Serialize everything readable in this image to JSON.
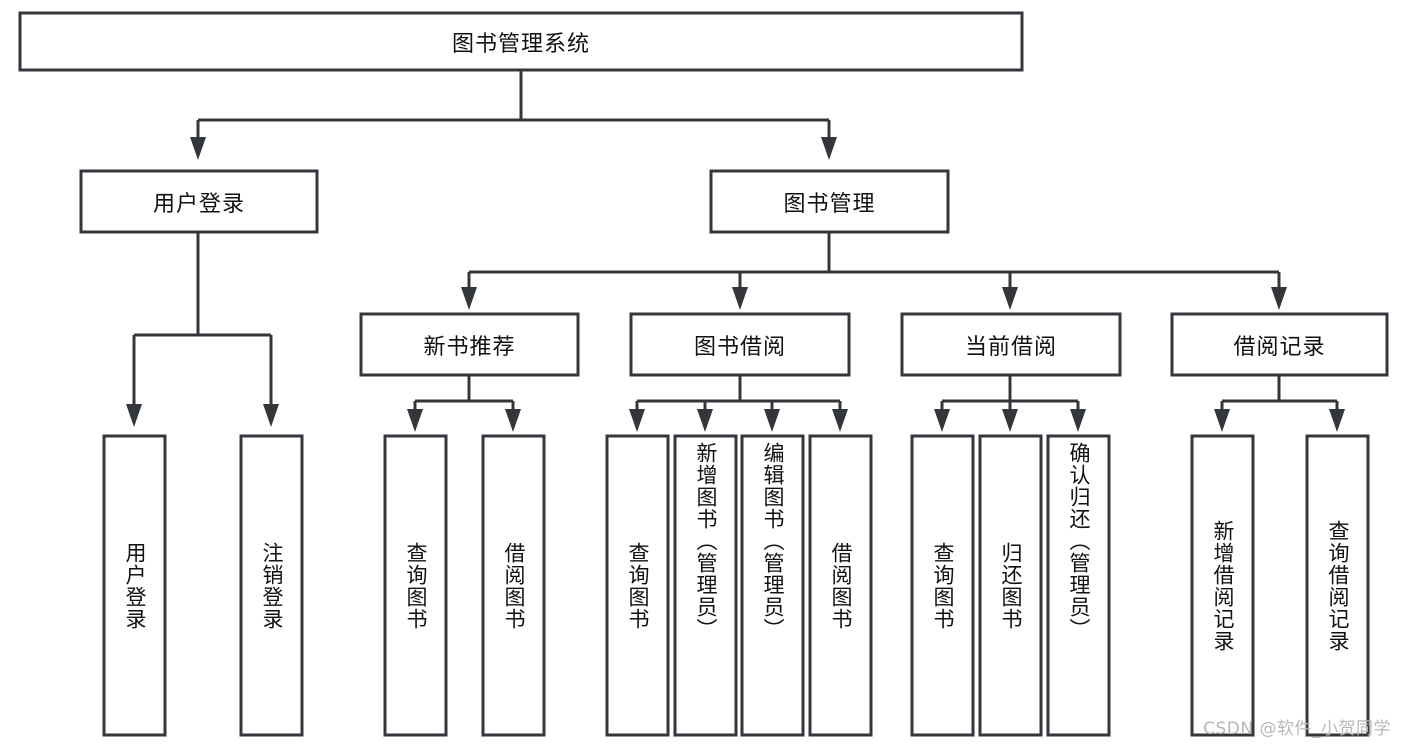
{
  "diagram": {
    "type": "hierarchy-tree",
    "title": "图书管理系统",
    "root": {
      "id": "root",
      "label": "图书管理系统"
    },
    "level2": [
      {
        "id": "user-login",
        "label": "用户登录"
      },
      {
        "id": "book-manage",
        "label": "图书管理"
      }
    ],
    "level3": [
      {
        "id": "new-book-recommend",
        "label": "新书推荐",
        "parent": "book-manage"
      },
      {
        "id": "book-borrow",
        "label": "图书借阅",
        "parent": "book-manage"
      },
      {
        "id": "current-borrow",
        "label": "当前借阅",
        "parent": "book-manage"
      },
      {
        "id": "borrow-record",
        "label": "借阅记录",
        "parent": "book-manage"
      }
    ],
    "leaves": [
      {
        "id": "leaf-user-login",
        "label": "用户登录",
        "parent": "user-login"
      },
      {
        "id": "leaf-logout",
        "label": "注销登录",
        "parent": "user-login"
      },
      {
        "id": "leaf-query-book-1",
        "label": "查询图书",
        "parent": "new-book-recommend"
      },
      {
        "id": "leaf-borrow-book-1",
        "label": "借阅图书",
        "parent": "new-book-recommend"
      },
      {
        "id": "leaf-query-book-2",
        "label": "查询图书",
        "parent": "book-borrow"
      },
      {
        "id": "leaf-add-book",
        "label": "新增图书（管理员）",
        "parent": "book-borrow"
      },
      {
        "id": "leaf-edit-book",
        "label": "编辑图书（管理员）",
        "parent": "book-borrow"
      },
      {
        "id": "leaf-borrow-book-2",
        "label": "借阅图书",
        "parent": "book-borrow"
      },
      {
        "id": "leaf-query-book-3",
        "label": "查询图书",
        "parent": "current-borrow"
      },
      {
        "id": "leaf-return-book",
        "label": "归还图书",
        "parent": "current-borrow"
      },
      {
        "id": "leaf-confirm-return",
        "label": "确认归还（管理员）",
        "parent": "current-borrow"
      },
      {
        "id": "leaf-add-record",
        "label": "新增借阅记录",
        "parent": "borrow-record"
      },
      {
        "id": "leaf-query-record",
        "label": "查询借阅记录",
        "parent": "borrow-record"
      }
    ],
    "colors": {
      "stroke": "#33373c",
      "fill": "#ffffff",
      "text": "#111111",
      "watermark": "#b8b8b8",
      "background": "#ffffff"
    }
  },
  "watermark": {
    "text": "CSDN @软件_小贺同学"
  }
}
